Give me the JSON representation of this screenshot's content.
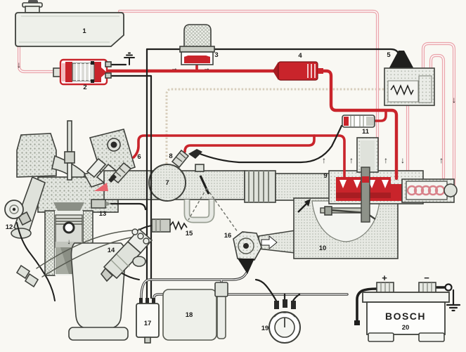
{
  "diagram": {
    "type": "automotive fuel-injection system schematic",
    "component_labels": [
      "1",
      "2",
      "3",
      "4",
      "5",
      "6",
      "7",
      "8",
      "9",
      "10",
      "11",
      "12",
      "13",
      "14",
      "15",
      "16",
      "17",
      "18",
      "19",
      "20"
    ],
    "battery": {
      "brand": "BOSCH",
      "positive": "+",
      "negative": "−"
    },
    "icons": {
      "up_arrow": "↑",
      "down_arrow": "↓",
      "right_arrow": "→"
    },
    "colors": {
      "fuel_supply_line": "#c9242b",
      "fuel_return_line": "#eeaab0",
      "electrical_line": "#1d1d1b",
      "vacuum_line": "#d6cdbb",
      "component_fill": "#e9ebe6",
      "background": "#f9f8f3"
    }
  }
}
